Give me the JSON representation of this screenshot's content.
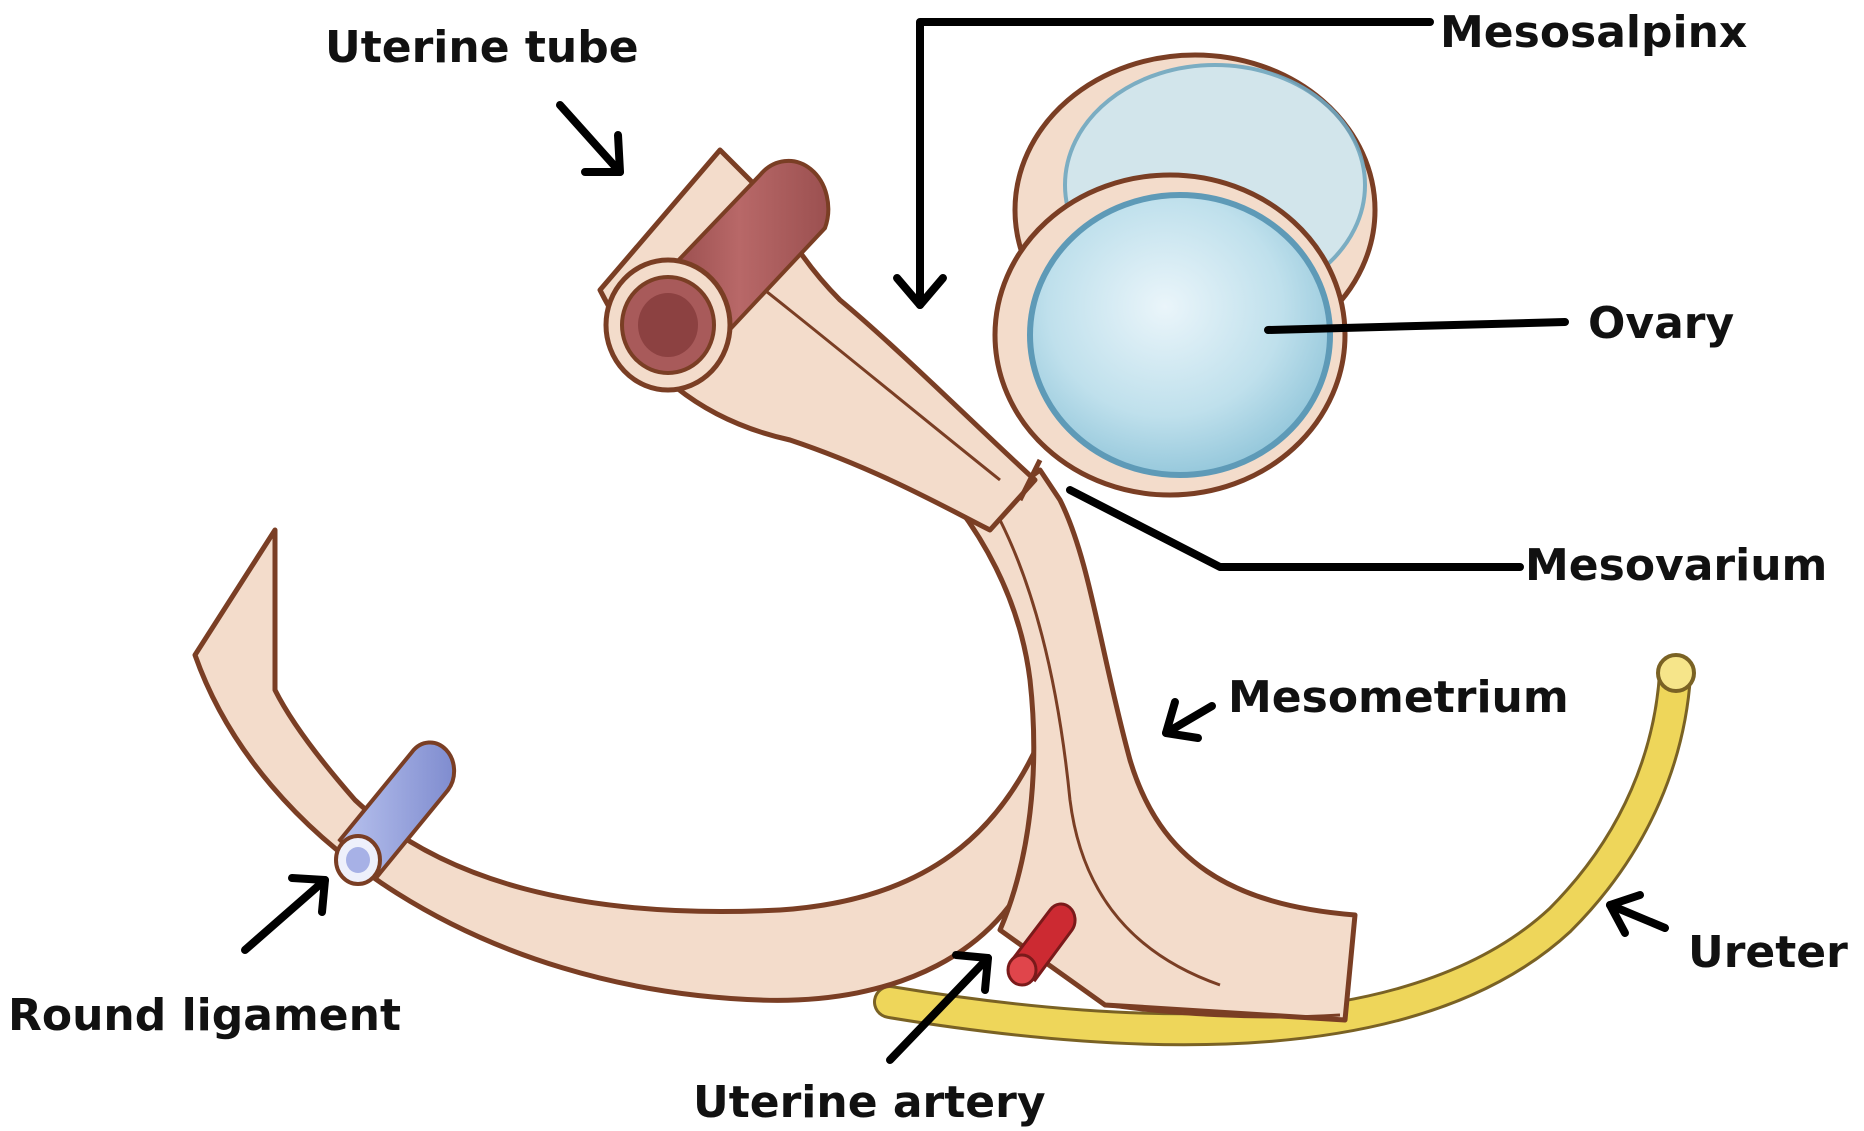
{
  "labels": {
    "uterine_tube": "Uterine tube",
    "mesosalpinx": "Mesosalpinx",
    "ovary": "Ovary",
    "mesovarium": "Mesovarium",
    "mesometrium": "Mesometrium",
    "ureter": "Ureter",
    "round_ligament": "Round ligament",
    "uterine_artery": "Uterine artery"
  },
  "colors": {
    "peritoneum_fill": "#f3dccb",
    "peritoneum_outline": "#7a3e24",
    "uterine_tube": "#a85a5a",
    "ovary": "#a9d3e4",
    "round_ligament": "#9aa6dd",
    "uterine_artery": "#cc2a32",
    "ureter": "#eed65a"
  }
}
